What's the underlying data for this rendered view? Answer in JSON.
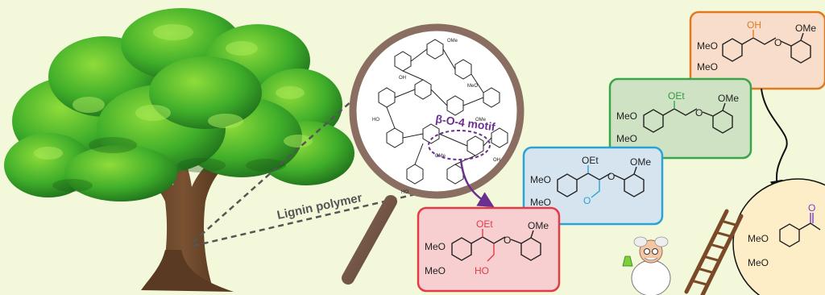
{
  "figure": {
    "labels": {
      "lignin_polymer": "Lignin polymer",
      "motif": "β-O-4 motif"
    },
    "colors": {
      "background": "#f3f8da",
      "motif_purple": "#6b2f8f",
      "box_red_border": "#e23b46",
      "box_red_fill": "#f7cfd1",
      "box_blue_border": "#2aa3d6",
      "box_blue_fill": "#d6e4f0",
      "box_green_border": "#39a54a",
      "box_green_fill": "#cfe3c4",
      "box_orange_border": "#e07a1f",
      "box_orange_fill": "#f8ddca",
      "box_yellow_fill": "#fdeec8"
    },
    "compounds": {
      "red": {
        "ome_1": "MeO",
        "ome_2": "MeO",
        "group": "OEt",
        "ether": "O",
        "ome_ring": "OMe",
        "hydroxyl": "HO"
      },
      "blue": {
        "ome_1": "MeO",
        "ome_2": "MeO",
        "group": "OEt",
        "ether": "O",
        "ome_ring": "OMe",
        "carbonyl": "O"
      },
      "green": {
        "ome_1": "MeO",
        "ome_2": "MeO",
        "group": "OEt",
        "ether": "O",
        "ome_ring": "OMe"
      },
      "orange": {
        "ome_1": "MeO",
        "ome_2": "MeO",
        "group": "OH",
        "ether": "O",
        "ome_ring": "OMe"
      },
      "product": {
        "ome_1": "MeO",
        "ome_2": "MeO",
        "carbonyl": "O"
      }
    }
  }
}
